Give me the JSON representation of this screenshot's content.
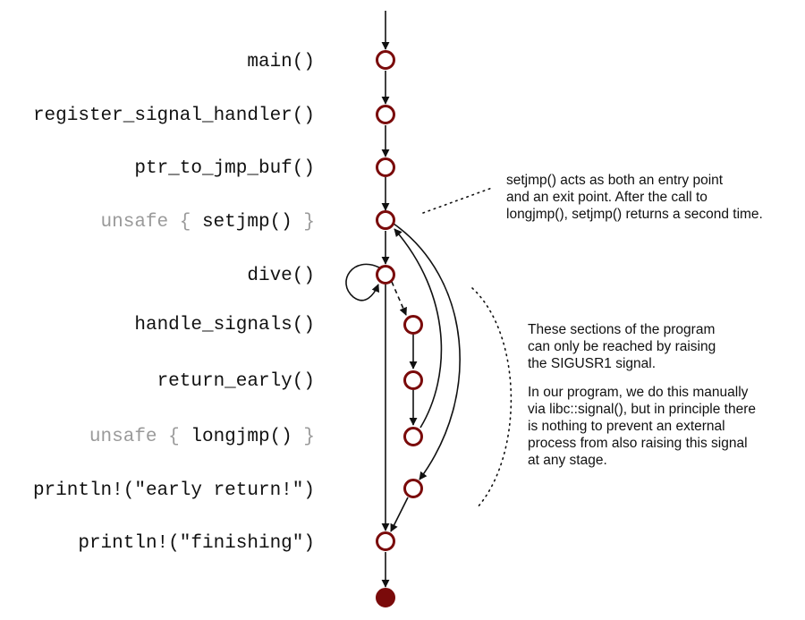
{
  "labels": {
    "main": "main()",
    "register": "register_signal_handler()",
    "ptr": "ptr_to_jmp_buf()",
    "setjmp_unsafe_open": "unsafe {",
    "setjmp_call": "setjmp()",
    "setjmp_close": "}",
    "dive": "dive()",
    "handle_signals": "handle_signals()",
    "return_early": "return_early()",
    "longjmp_unsafe_open": "unsafe {",
    "longjmp_call": "longjmp()",
    "longjmp_close": "}",
    "println_early": "println!(\"early return!\")",
    "println_finishing": "println!(\"finishing\")"
  },
  "note_setjmp": {
    "line1": "setjmp() acts as both an entry point",
    "line2": "and an exit point. After the call to",
    "line3": "longjmp(), setjmp() returns a second time."
  },
  "note_signal": {
    "p1_line1": "These sections of the program",
    "p1_line2": "can only be reached by raising",
    "p1_line3": "the SIGUSR1 signal.",
    "p2_line1": "In our program, we do this manually",
    "p2_line2": "via libc::signal(), but in principle there",
    "p2_line3": "is nothing to prevent an external",
    "p2_line4": "process from also raising this signal",
    "p2_line5": "at any stage."
  },
  "colors": {
    "node_stroke": "#7a0a0a",
    "grey_text": "#9a9a9a",
    "text": "#111111"
  }
}
